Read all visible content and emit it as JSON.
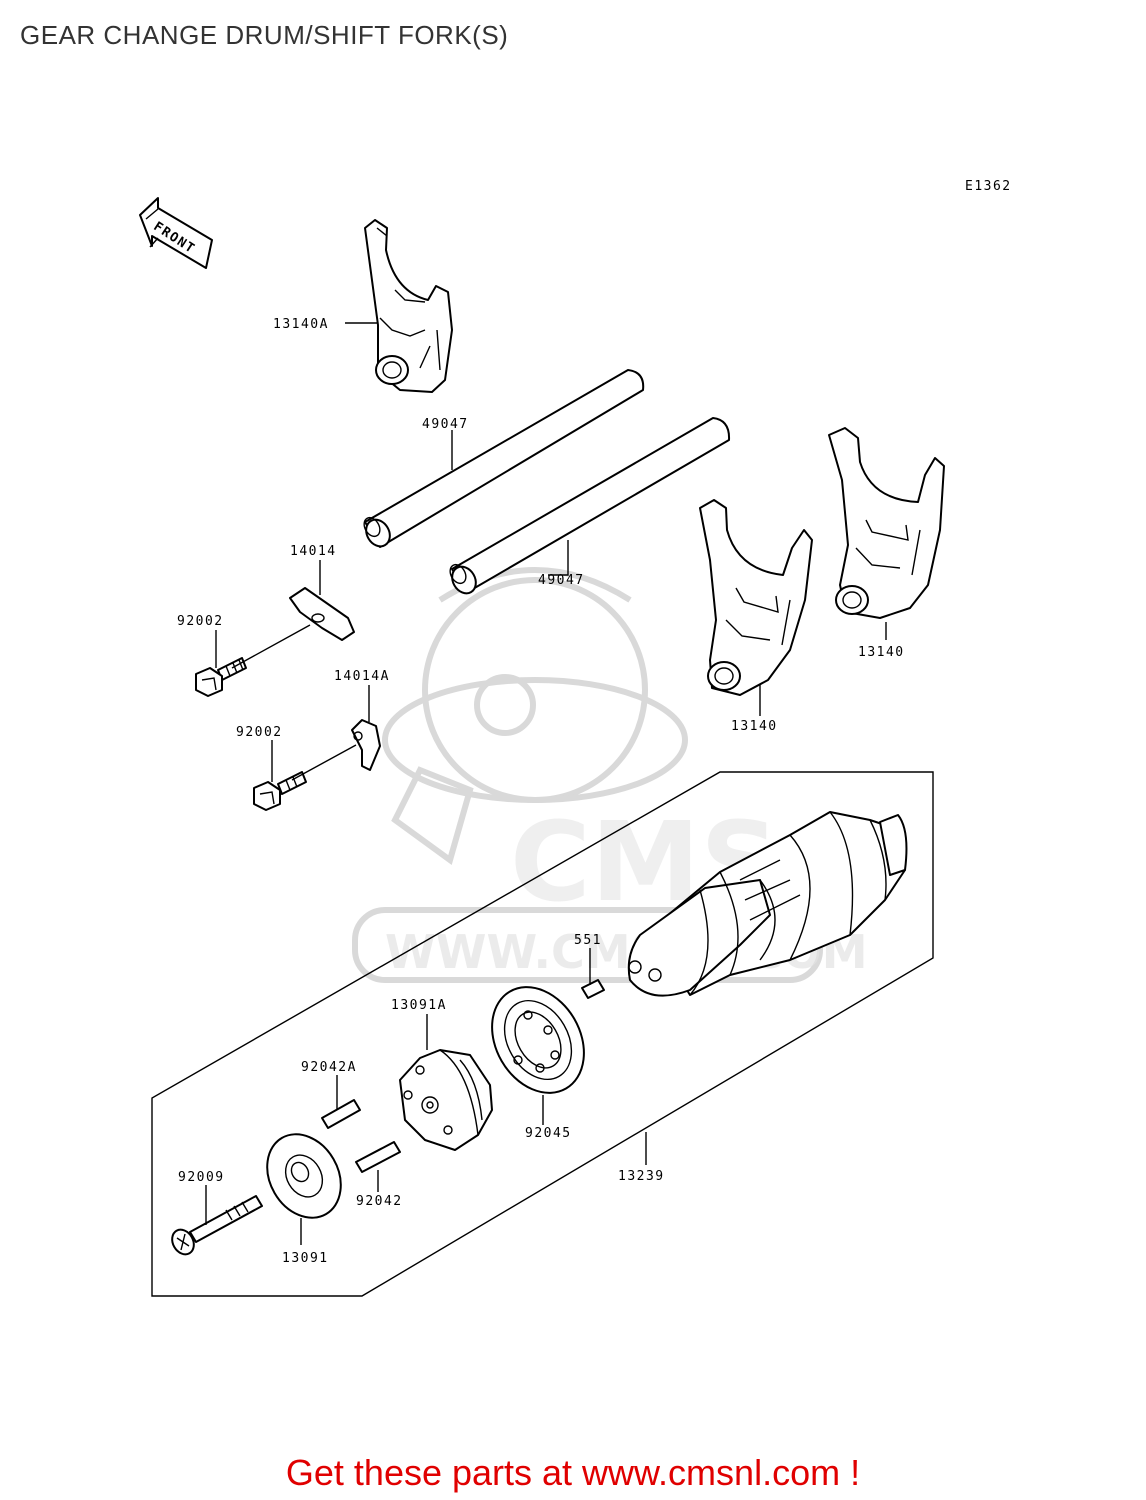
{
  "page": {
    "title": "GEAR CHANGE DRUM/SHIFT FORK(S)",
    "diagram_code": "E1362",
    "front_label": "FRONT",
    "footer_text": "Get these parts at www.cmsnl.com !"
  },
  "watermark": {
    "logo_text": "CMS",
    "url_text": "WWW.CMSNL.COM"
  },
  "parts": {
    "p13140A": "13140A",
    "p49047_upper": "49047",
    "p49047_lower": "49047",
    "p14014": "14014",
    "p92002_upper": "92002",
    "p14014A": "14014A",
    "p92002_lower": "92002",
    "p13140_right": "13140",
    "p13140_left": "13140",
    "p551": "551",
    "p13091A": "13091A",
    "p92042A": "92042A",
    "p92045": "92045",
    "p13239": "13239",
    "p92009": "92009",
    "p92042": "92042",
    "p13091": "13091"
  },
  "colors": {
    "line": "#000000",
    "footer": "#e00000",
    "watermark": "#d9d9d9"
  }
}
